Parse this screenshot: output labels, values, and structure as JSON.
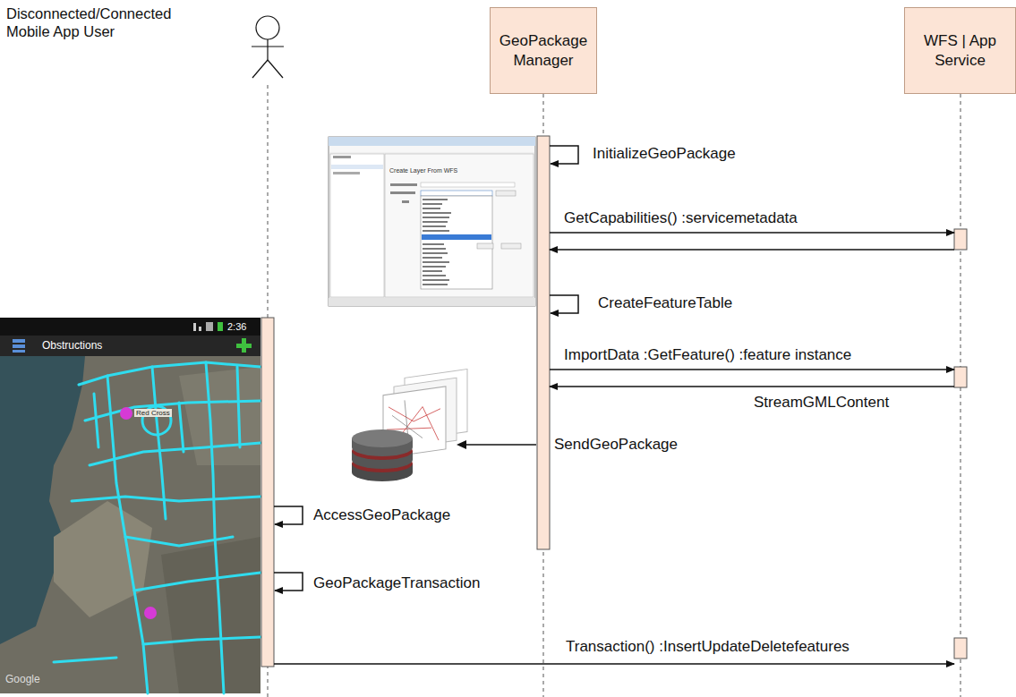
{
  "diagram": {
    "nodes": [
      {
        "text": [
          "Disconnected/Connected Mobile App User"
        ]
      },
      {
        "text": [
          "GeoPackage Manager"
        ]
      },
      {
        "text": [
          "WFS | App Service"
        ]
      }
    ],
    "edges": [
      {
        "from": 1,
        "to": 1,
        "arrow": "to",
        "label": "InitializeGeoPackage"
      },
      {
        "from": 1,
        "to": 2,
        "arrow": "to",
        "label": "GetCapabilities() :servicemetadata"
      },
      {
        "from": 2,
        "to": 1,
        "arrow": "to"
      },
      {
        "from": 1,
        "to": 1,
        "arrow": "to",
        "label": "CreateFeatureTable"
      },
      {
        "from": 1,
        "to": 2,
        "arrow": "to",
        "label": "ImportData :GetFeature() :feature instance"
      },
      {
        "from": 2,
        "to": 1,
        "arrow": "to",
        "label": "StreamGMLContent"
      },
      {
        "from": 0,
        "to": 0,
        "arrow": "to",
        "label": "AccessGeoPackage"
      },
      {
        "from": 0,
        "to": 0,
        "arrow": "to",
        "label": "GeoPackageTransaction"
      },
      {
        "from": 0,
        "to": 2,
        "arrow": "to",
        "label": "Transaction() :InsertUpdateDeletefeatures"
      }
    ],
    "labels": [
      "SendGeoPackage",
      "Create Layer From WFS",
      "2:36",
      "Obstructions",
      "Red Cross",
      "Google"
    ]
  }
}
